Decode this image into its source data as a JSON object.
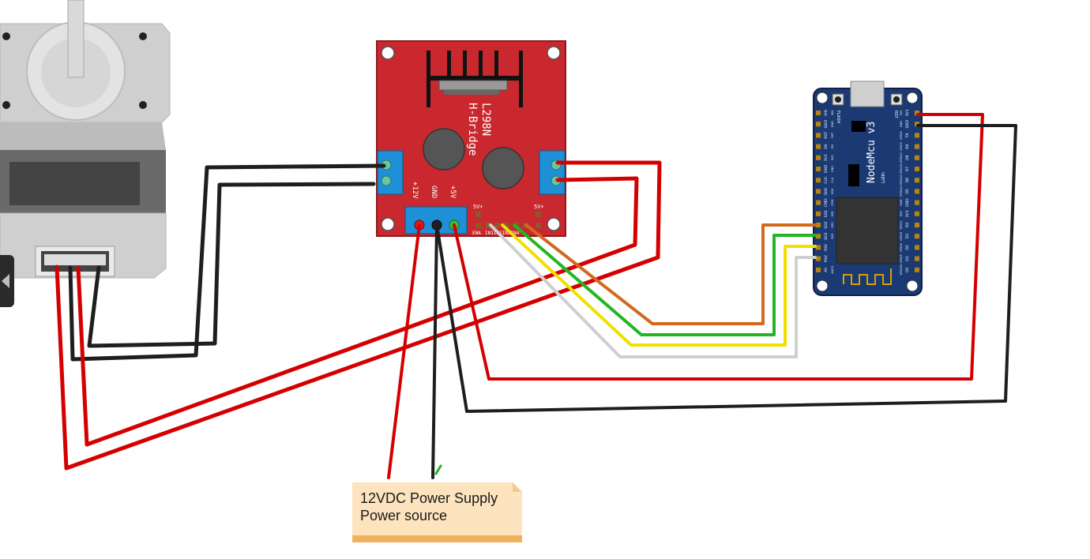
{
  "diagram": {
    "driver": {
      "title_line1": "L298N",
      "title_line2": "H-Bridge",
      "power_pins": [
        "+12V",
        "GND",
        "+5V"
      ],
      "jumper_label_left": "5V+",
      "jumper_label_right": "5V+",
      "enable_label": "ENA",
      "input_label": "IN1IN2IN3IN4",
      "color": "#c8282e"
    },
    "mcu": {
      "title": "NodeMcu v3",
      "subtitle": "Lolin",
      "button_left": "FLASH",
      "button_right": "RST",
      "pins_left": [
        "A0",
        "RSV",
        "RSV",
        "SD3",
        "SD2",
        "SD1",
        "CMD",
        "SD0",
        "CLK",
        "GND",
        "3V3",
        "EN",
        "RST",
        "GND",
        "VIN"
      ],
      "pins_mid_left": [
        "ADC0",
        "",
        "",
        "SD3",
        "SD2",
        "SD1",
        "CMD",
        "SD0",
        "CLK",
        "GND",
        "3V3",
        "EN",
        "RST",
        "GND",
        "VIN"
      ],
      "pins_right": [
        "D0",
        "D1",
        "D2",
        "D3",
        "D4",
        "3V3",
        "GND",
        "D5",
        "D6",
        "D7",
        "D8",
        "RX",
        "TX",
        "GND",
        "3V3"
      ],
      "pins_mid_right": [
        "GPIO16",
        "GPIO5",
        "GPIO4",
        "GPIO0",
        "GPIO2",
        "3V3",
        "GND",
        "GPIO14",
        "GPIO12",
        "GPIO13",
        "GPIO15",
        "GPIO3",
        "GPIO1",
        "GND",
        "3V3"
      ],
      "color": "#1b3a73"
    },
    "motor": {
      "color": "#c9c9c9"
    },
    "power_supply": {
      "line1": "12VDC Power Supply",
      "line2": "Power source"
    },
    "wire_colors": {
      "red": "#d40000",
      "black": "#1e1e1e",
      "orange": "#d2691e",
      "green": "#23b523",
      "yellow": "#f0e000",
      "white": "#cfcfcf"
    }
  }
}
